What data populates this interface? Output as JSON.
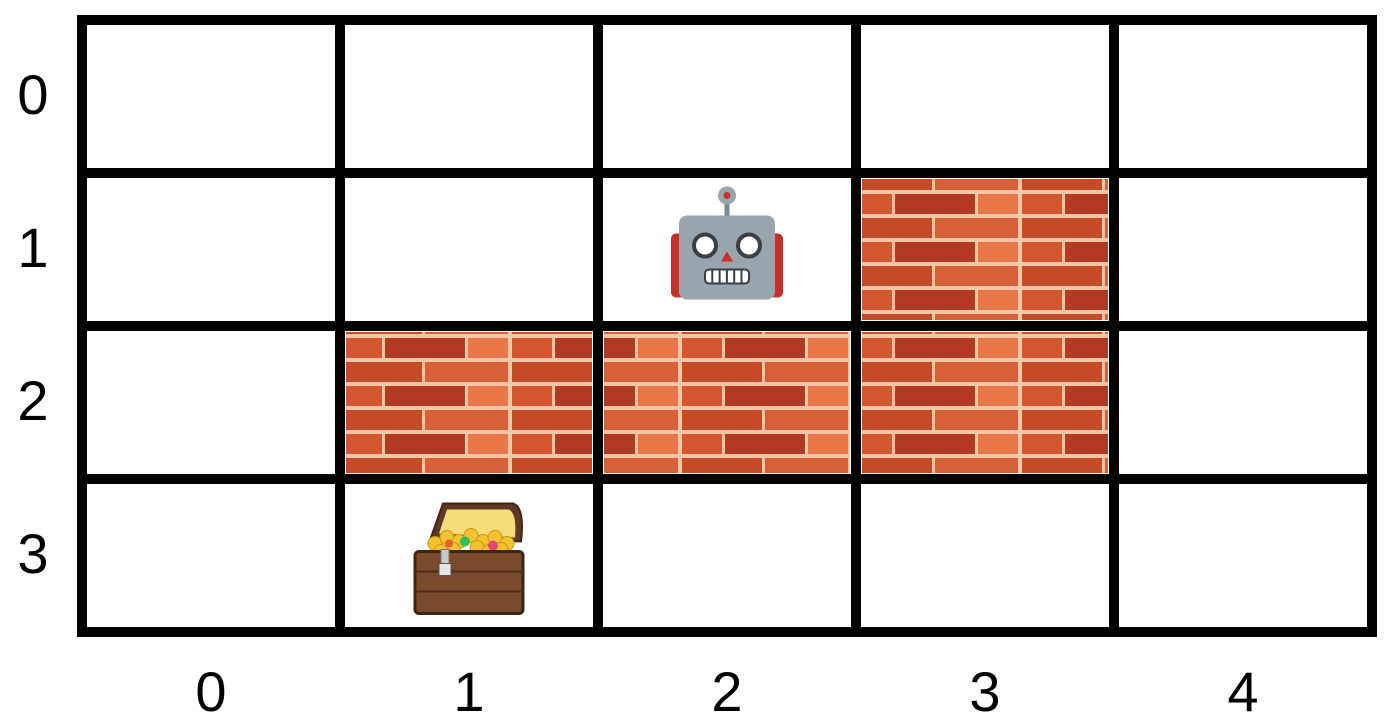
{
  "grid": {
    "rows": 4,
    "cols": 5,
    "row_labels": [
      "0",
      "1",
      "2",
      "3"
    ],
    "col_labels": [
      "0",
      "1",
      "2",
      "3",
      "4"
    ],
    "walls": [
      {
        "row": 1,
        "col": 3
      },
      {
        "row": 2,
        "col": 1
      },
      {
        "row": 2,
        "col": 2
      },
      {
        "row": 2,
        "col": 3
      }
    ],
    "robot": {
      "row": 1,
      "col": 2,
      "icon": "robot-icon"
    },
    "treasure": {
      "row": 3,
      "col": 1,
      "icon": "treasure-chest-icon"
    }
  },
  "colors": {
    "grid_line": "#000000",
    "brick_dark": "#b23a22",
    "brick_mid": "#d4562e",
    "brick_light": "#e8774a",
    "mortar": "#f3c6a8",
    "robot_body": "#9aa4ad",
    "robot_ear": "#c9302c",
    "chest_wood": "#7a4a2c",
    "gold": "#f2c230"
  }
}
